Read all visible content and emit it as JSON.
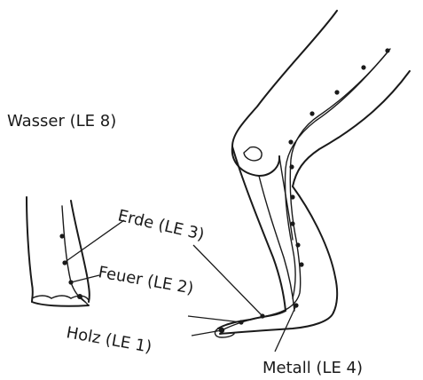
{
  "labels": {
    "wasser": "Wasser (LE 8)",
    "erde": "Erde (LE 3)",
    "feuer": "Feuer (LE 2)",
    "holz": "Holz (LE 1)",
    "metall": "Metall (LE 4)"
  },
  "colors": {
    "ink": "#1a1a1a",
    "background": "#ffffff"
  }
}
